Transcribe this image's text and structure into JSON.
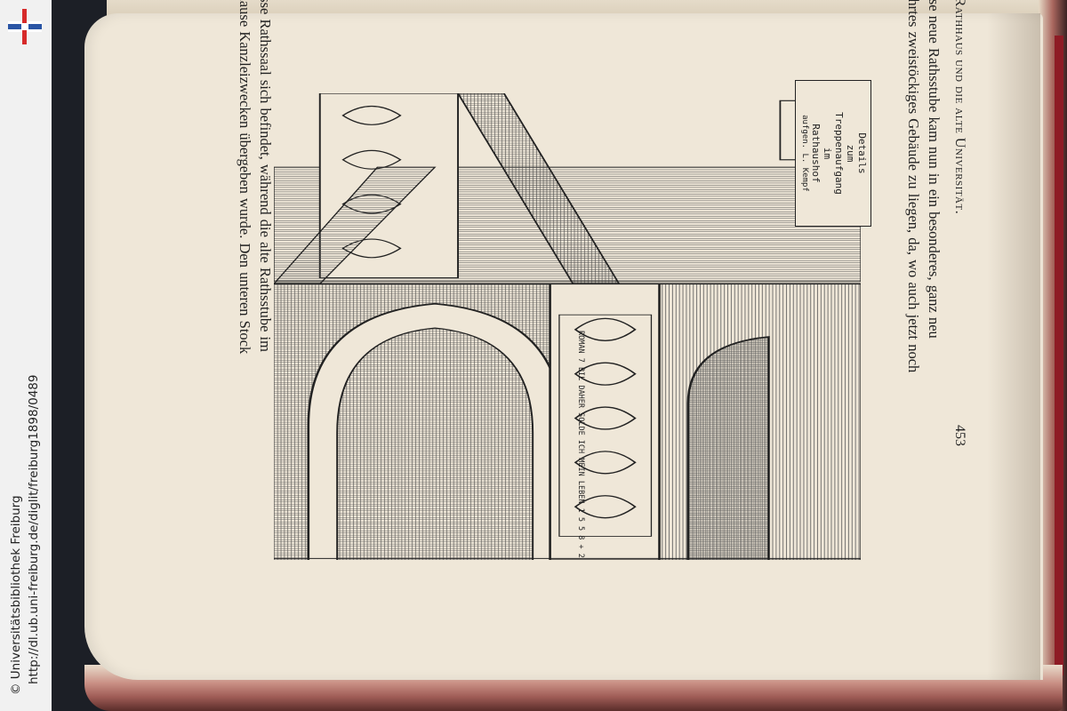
{
  "sidebar": {
    "url": "http://dl.ub.uni-freiburg.de/diglit/freiburg1898/0489",
    "copyright": "© Universitätsbibliothek Freiburg",
    "logo": "library-logo-icon"
  },
  "page": {
    "running_head": "Das Rathhaus und die alte Universität.",
    "page_number": "453",
    "lines": [
      "Diese neue Rathsstube kam nun in ein besonderes, ganz neu",
      "aufgeführtes zweistöckiges Gebäude zu liegen, da, wo auch jetzt noch",
      "der grosse Rathssaal sich befindet, während die alte Rathsstube im",
      "Vorderhause Kanzleizwecken übergeben wurde. Den unteren Stock"
    ]
  },
  "illustration": {
    "scroll_lines": [
      "Details",
      "zum",
      "Treppenaufgang",
      "im",
      "Rathaushof",
      "aufgen. L. Kempf"
    ],
    "inscription": "ROMAN 7 BIL DAHER SOLDE ICH MEIN LEBEN 1 5 5 8 + 2"
  },
  "colors": {
    "paper": "#efe7d8",
    "ink": "#222222",
    "binding": "#8e1b25"
  }
}
